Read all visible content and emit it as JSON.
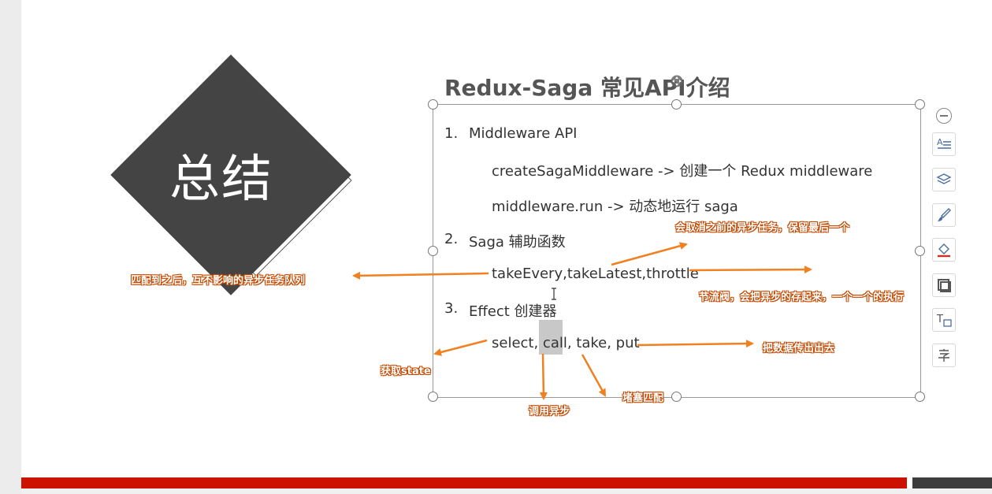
{
  "slide": {
    "diamond_text": "总结",
    "title": "Redux-Saga 常见API介绍",
    "items": [
      {
        "number": "1.",
        "label": "Middleware API"
      },
      {
        "number": "2.",
        "label": "Saga 辅助函数"
      },
      {
        "number": "3.",
        "label": "Effect 创建器"
      }
    ],
    "lines": {
      "create": "createSagaMiddleware  -> 创建一个 Redux middleware",
      "run": "middleware.run  -> 动态地运行 saga",
      "helpers": "takeEvery,takeLatest,throttle",
      "effects": "select, call, take, put"
    }
  },
  "annotations": {
    "take_latest": "会取消之前的异步任务，保留最后一个",
    "take_every": "匹配到之后，互不影响的异步任务队列",
    "throttle": "节流阀，会把异步的存起来，一个一个的执行",
    "put": "把数据传出出去",
    "select": "获取state",
    "call": "调用异步",
    "take": "堵塞匹配"
  },
  "toolbar": {
    "collapse": "collapse-icon",
    "tools": [
      "text-format-icon",
      "layers-icon",
      "brush-icon",
      "fill-icon",
      "outline-icon",
      "text-box-icon",
      "char-icon"
    ]
  },
  "colors": {
    "accent_red": "#cc1100",
    "arrow_orange": "#f08020",
    "diamond": "#444444"
  }
}
